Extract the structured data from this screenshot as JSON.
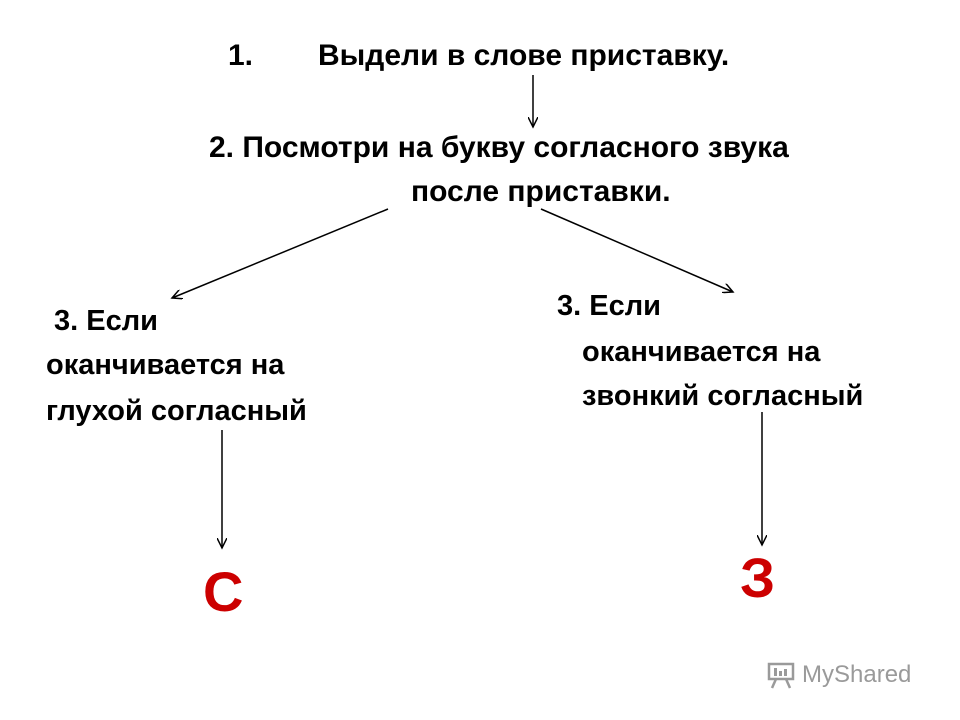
{
  "step1": {
    "number": "1.",
    "text": "Выдели в слове приставку."
  },
  "step2": {
    "line1": "2. Посмотри на букву согласного звука",
    "line2": "после приставки."
  },
  "left_branch": {
    "line1": "3. Если",
    "line2": "оканчивается на",
    "line3": "глухой согласный",
    "result": "С"
  },
  "right_branch": {
    "line1": "3. Если",
    "line2": "оканчивается на",
    "line3": "звонкий согласный",
    "result": "З"
  },
  "watermark": {
    "text": "MyShared",
    "icon": "presentation-board-icon"
  },
  "colors": {
    "result": "#cc0000",
    "text": "#000000",
    "watermark": "#9a9a9a"
  }
}
